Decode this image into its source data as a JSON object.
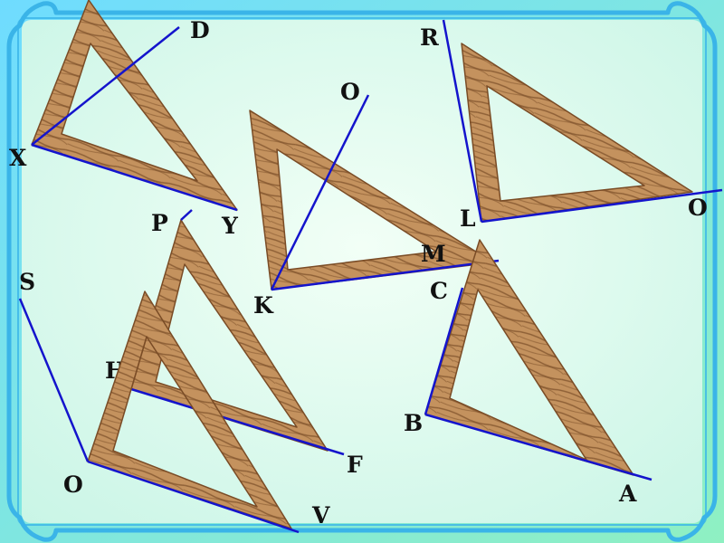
{
  "colors": {
    "background_top": "#6fdcff",
    "background_bottom": "#8ff0c2",
    "panel_light": "#f2fff6",
    "panel_mid": "#c9f5e6",
    "frame": "#3ab4e8",
    "wood_light": "#c4925e",
    "wood_dark": "#7a4c26",
    "ray": "#1414cc",
    "label": "#111111"
  },
  "icons": {
    "wood_triangles": "set-square-icon",
    "rays": "angle-ray"
  },
  "figures": {
    "xdy": {
      "vertex": "X",
      "ray_1_end": "D",
      "ray_2_end": "Y"
    },
    "koc": {
      "vertex": "K",
      "ray_1_end": "O",
      "ray_2_end": "C",
      "point_on_side": "M"
    },
    "rlo": {
      "vertex": "L",
      "ray_1_end": "R",
      "ray_2_end": "O"
    },
    "pfh": {
      "top": "P",
      "right": "F",
      "left": "H"
    },
    "sov": {
      "vertex": "O",
      "ray_1_end": "S",
      "ray_2_end": "V"
    },
    "cba": {
      "top": "C",
      "left": "B",
      "right": "A"
    }
  }
}
